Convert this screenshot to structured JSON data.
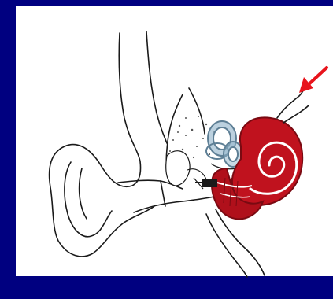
{
  "figure": {
    "subject": "ear-anatomy",
    "colors": {
      "background": "#000080",
      "panel": "#ffffff",
      "outline": "#1a1a1a",
      "cochlea": "#c0121e",
      "cochlea_dark": "#7a0a12",
      "canals": "#8fb3c9",
      "arrow": "#e8141c"
    },
    "highlighted_structure": "cochlea",
    "pointer": "arrow-to-auditory-nerve"
  }
}
